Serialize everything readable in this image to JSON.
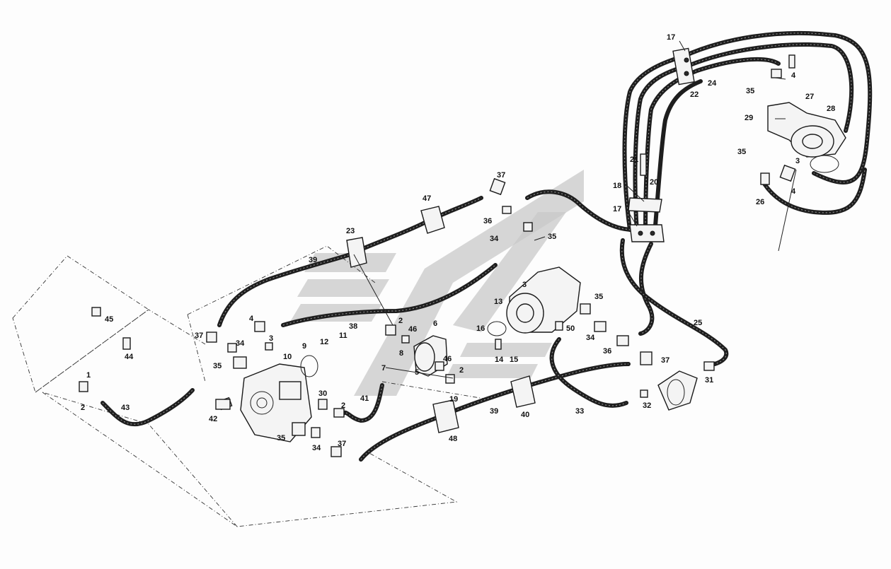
{
  "labels": [
    {
      "id": "p17a",
      "text": "17"
    },
    {
      "id": "p22",
      "text": "22"
    },
    {
      "id": "p24",
      "text": "24"
    },
    {
      "id": "p4a",
      "text": "4"
    },
    {
      "id": "p35a",
      "text": "35"
    },
    {
      "id": "p27",
      "text": "27"
    },
    {
      "id": "p28",
      "text": "28"
    },
    {
      "id": "p29",
      "text": "29"
    },
    {
      "id": "p35b",
      "text": "35"
    },
    {
      "id": "p3a",
      "text": "3"
    },
    {
      "id": "p4b",
      "text": "4"
    },
    {
      "id": "p26",
      "text": "26"
    },
    {
      "id": "p21",
      "text": "21"
    },
    {
      "id": "p20",
      "text": "20"
    },
    {
      "id": "p18",
      "text": "18"
    },
    {
      "id": "p17b",
      "text": "17"
    },
    {
      "id": "p37a",
      "text": "37"
    },
    {
      "id": "p47",
      "text": "47"
    },
    {
      "id": "p36a",
      "text": "36"
    },
    {
      "id": "p34a",
      "text": "34"
    },
    {
      "id": "p35c",
      "text": "35"
    },
    {
      "id": "p23",
      "text": "23"
    },
    {
      "id": "p39a",
      "text": "39"
    },
    {
      "id": "p3b",
      "text": "3"
    },
    {
      "id": "p13",
      "text": "13"
    },
    {
      "id": "p35d",
      "text": "35"
    },
    {
      "id": "p25",
      "text": "25"
    },
    {
      "id": "p45",
      "text": "45"
    },
    {
      "id": "p44",
      "text": "44"
    },
    {
      "id": "p37b",
      "text": "37"
    },
    {
      "id": "p34b",
      "text": "34"
    },
    {
      "id": "p35e",
      "text": "35"
    },
    {
      "id": "p4c",
      "text": "4"
    },
    {
      "id": "p3c",
      "text": "3"
    },
    {
      "id": "p38",
      "text": "38"
    },
    {
      "id": "p2a",
      "text": "2"
    },
    {
      "id": "p46a",
      "text": "46"
    },
    {
      "id": "p6",
      "text": "6"
    },
    {
      "id": "p16",
      "text": "16"
    },
    {
      "id": "p50",
      "text": "50"
    },
    {
      "id": "p34c",
      "text": "34"
    },
    {
      "id": "p36b",
      "text": "36"
    },
    {
      "id": "p37c",
      "text": "37"
    },
    {
      "id": "p1",
      "text": "1"
    },
    {
      "id": "p2b",
      "text": "2"
    },
    {
      "id": "p43",
      "text": "43"
    },
    {
      "id": "p10",
      "text": "10"
    },
    {
      "id": "p9",
      "text": "9"
    },
    {
      "id": "p12",
      "text": "12"
    },
    {
      "id": "p11",
      "text": "11"
    },
    {
      "id": "p8",
      "text": "8"
    },
    {
      "id": "p7",
      "text": "7"
    },
    {
      "id": "p5",
      "text": "5"
    },
    {
      "id": "p46b",
      "text": "46"
    },
    {
      "id": "p2c",
      "text": "2"
    },
    {
      "id": "p14",
      "text": "14"
    },
    {
      "id": "p15",
      "text": "15"
    },
    {
      "id": "p42",
      "text": "42"
    },
    {
      "id": "p30",
      "text": "30"
    },
    {
      "id": "p2d",
      "text": "2"
    },
    {
      "id": "p41",
      "text": "41"
    },
    {
      "id": "p19",
      "text": "19"
    },
    {
      "id": "p39b",
      "text": "39"
    },
    {
      "id": "p40",
      "text": "40"
    },
    {
      "id": "p33",
      "text": "33"
    },
    {
      "id": "p32",
      "text": "32"
    },
    {
      "id": "p31",
      "text": "31"
    },
    {
      "id": "p35f",
      "text": "35"
    },
    {
      "id": "p34d",
      "text": "34"
    },
    {
      "id": "p37d",
      "text": "37"
    },
    {
      "id": "p48",
      "text": "48"
    }
  ]
}
